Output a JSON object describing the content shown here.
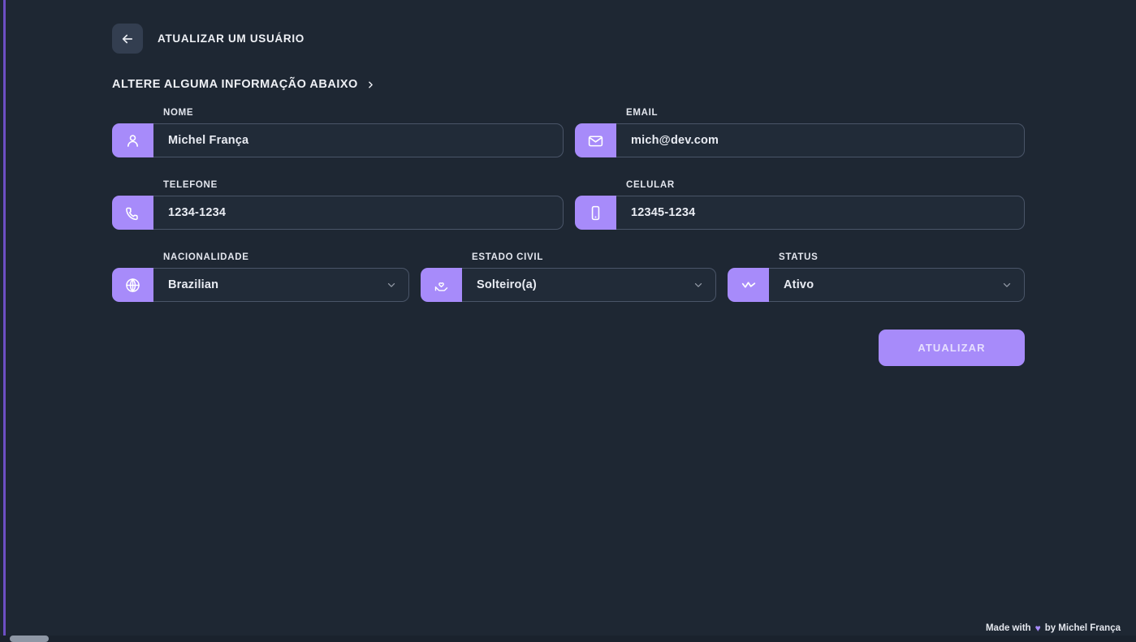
{
  "header": {
    "back_icon": "arrow-left-icon",
    "title": "ATUALIZAR UM USUÁRIO"
  },
  "section": {
    "heading": "ALTERE ALGUMA INFORMAÇÃO ABAIXO",
    "chevron_icon": "chevron-right-icon"
  },
  "form": {
    "nome": {
      "label": "NOME",
      "value": "Michel França",
      "icon": "user-icon"
    },
    "email": {
      "label": "EMAIL",
      "value": "mich@dev.com",
      "icon": "envelope-icon"
    },
    "telefone": {
      "label": "TELEFONE",
      "value": "1234-1234",
      "icon": "phone-icon"
    },
    "celular": {
      "label": "CELULAR",
      "value": "12345-1234",
      "icon": "mobile-phone-icon"
    },
    "nacionalidade": {
      "label": "NACIONALIDADE",
      "value": "Brazilian",
      "icon": "globe-icon",
      "chevron_icon": "chevron-down-icon"
    },
    "estado_civil": {
      "label": "ESTADO CIVIL",
      "value": "Solteiro(a)",
      "icon": "hand-holding-heart-icon",
      "chevron_icon": "chevron-down-icon"
    },
    "status": {
      "label": "STATUS",
      "value": "Ativo",
      "icon": "activity-pulse-icon",
      "chevron_icon": "chevron-down-icon"
    }
  },
  "submit": {
    "label": "ATUALIZAR"
  },
  "footer": {
    "prefix": "Made with",
    "heart": "♥",
    "suffix": "by Michel França"
  },
  "colors": {
    "background": "#1e2733",
    "accent": "#a78bfa",
    "rail": "#6d4fc4",
    "field_border": "#4a5568",
    "back_button": "#333e50"
  }
}
